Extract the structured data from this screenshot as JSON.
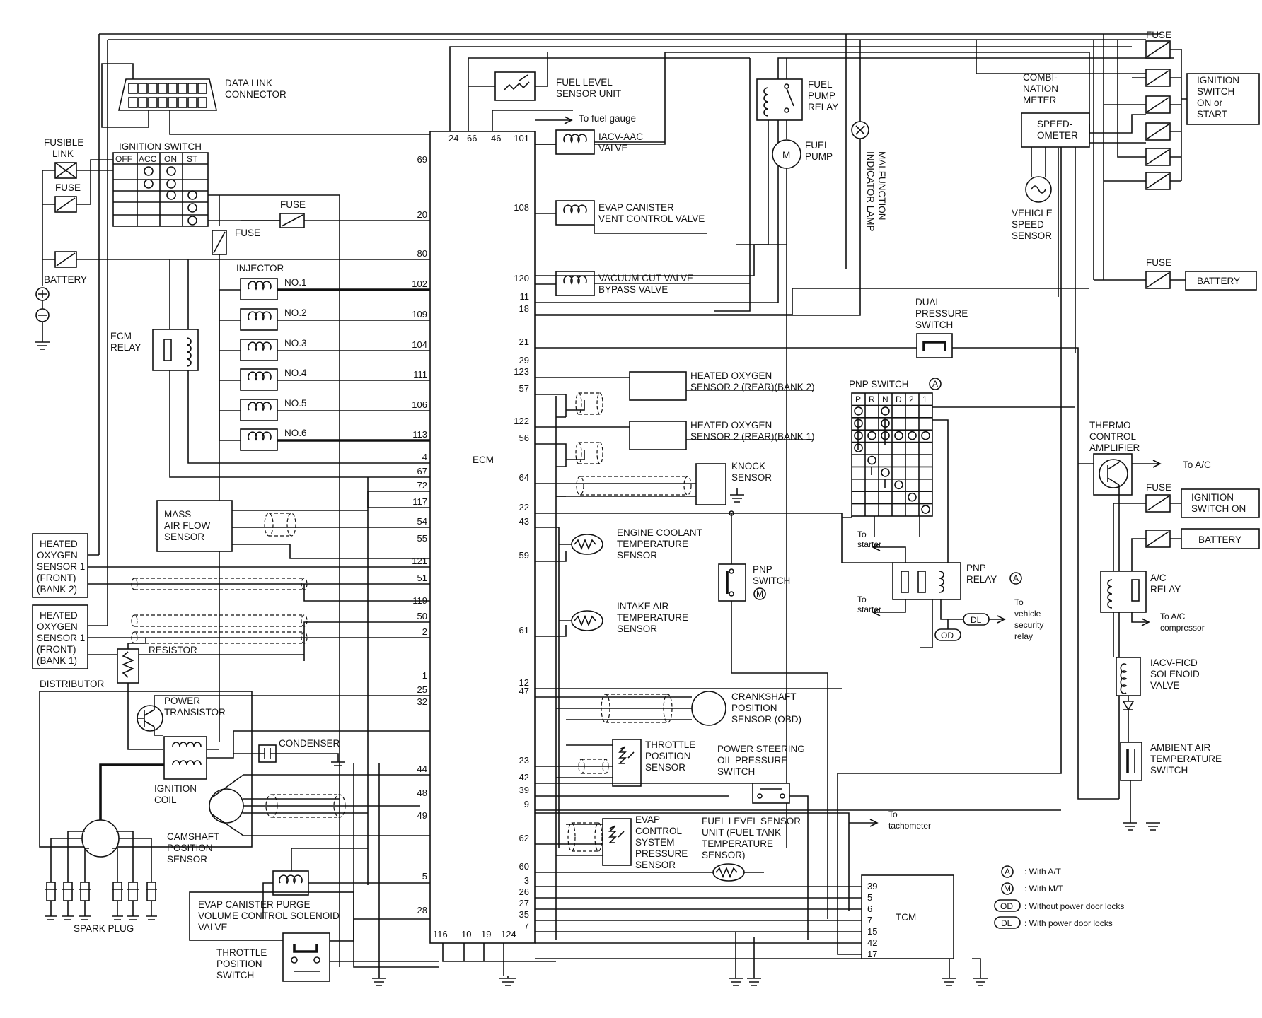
{
  "ecm": {
    "label": "ECM",
    "left_pins": [
      "69",
      "20",
      "80",
      "102",
      "109",
      "104",
      "111",
      "106",
      "113",
      "4",
      "67",
      "72",
      "117",
      "54",
      "55",
      "121",
      "51",
      "119",
      "50",
      "2",
      "1",
      "25",
      "32",
      "44",
      "48",
      "49",
      "5",
      "28"
    ],
    "right_pins": [
      "101",
      "108",
      "120",
      "11",
      "18",
      "21",
      "29",
      "123",
      "57",
      "122",
      "56",
      "64",
      "22",
      "43",
      "59",
      "61",
      "12",
      "47",
      "23",
      "42",
      "39",
      "9",
      "62",
      "60",
      "3",
      "26",
      "27",
      "35",
      "7"
    ],
    "top_pins": [
      "24",
      "66",
      "46"
    ],
    "bottom_pins": [
      "116",
      "10",
      "19",
      "124"
    ]
  },
  "labels": {
    "data_link": [
      "DATA LINK",
      "CONNECTOR"
    ],
    "fusible_link": [
      "FUSIBLE",
      "LINK"
    ],
    "fuse": "FUSE",
    "battery": "BATTERY",
    "ignition_switch": "IGNITION SWITCH",
    "ign_cols": [
      "OFF",
      "ACC",
      "ON",
      "ST"
    ],
    "injector": "INJECTOR",
    "injectors": [
      "NO.1",
      "NO.2",
      "NO.3",
      "NO.4",
      "NO.5",
      "NO.6"
    ],
    "ecm_relay": [
      "ECM",
      "RELAY"
    ],
    "maf": [
      "MASS",
      "AIR FLOW",
      "SENSOR"
    ],
    "ho2s_front_b2": [
      "HEATED",
      "OXYGEN",
      "SENSOR 1",
      "(FRONT)",
      "(BANK 2)"
    ],
    "ho2s_front_b1": [
      "HEATED",
      "OXYGEN",
      "SENSOR 1",
      "(FRONT)",
      "(BANK 1)"
    ],
    "resistor": "RESISTOR",
    "distributor": "DISTRIBUTOR",
    "power_transistor": [
      "POWER",
      "TRANSISTOR"
    ],
    "condenser": "CONDENSER",
    "ignition_coil": [
      "IGNITION",
      "COIL"
    ],
    "camshaft": [
      "CAMSHAFT",
      "POSITION",
      "SENSOR"
    ],
    "spark_plug": "SPARK PLUG",
    "evap_purge": [
      "EVAP CANISTER PURGE",
      "VOLUME CONTROL SOLENOID",
      "VALVE"
    ],
    "throttle_switch": [
      "THROTTLE",
      "POSITION",
      "SWITCH"
    ],
    "fuel_level_unit": [
      "FUEL LEVEL",
      "SENSOR UNIT"
    ],
    "to_fuel_gauge": "To fuel gauge",
    "iacv_aac": [
      "IACV-AAC",
      "VALVE"
    ],
    "evap_vent": [
      "EVAP CANISTER",
      "VENT CONTROL VALVE"
    ],
    "vacuum_cut": [
      "VACUUM CUT VALVE",
      "BYPASS VALVE"
    ],
    "fuel_pump_relay": [
      "FUEL",
      "PUMP",
      "RELAY"
    ],
    "fuel_pump": [
      "FUEL",
      "PUMP"
    ],
    "mil": [
      "MALFUNCTION",
      "INDICATOR LAMP"
    ],
    "combination_meter": [
      "COMBI-",
      "NATION",
      "METER"
    ],
    "speedometer": [
      "SPEED-",
      "OMETER"
    ],
    "vss": [
      "VEHICLE",
      "SPEED",
      "SENSOR"
    ],
    "ign_on_start": [
      "IGNITION",
      "SWITCH",
      "ON or",
      "START"
    ],
    "dual_pressure": [
      "DUAL",
      "PRESSURE",
      "SWITCH"
    ],
    "ho2s_rear_b2": [
      "HEATED OXYGEN",
      "SENSOR 2 (REAR)(BANK 2)"
    ],
    "ho2s_rear_b1": [
      "HEATED OXYGEN",
      "SENSOR 2 (REAR)(BANK 1)"
    ],
    "knock": [
      "KNOCK",
      "SENSOR"
    ],
    "pnp_switch_at": "PNP SWITCH",
    "pnp_cols": [
      "P",
      "R",
      "N",
      "D",
      "2",
      "1"
    ],
    "thermo": [
      "THERMO",
      "CONTROL",
      "AMPLIFIER"
    ],
    "to_ac": "To A/C",
    "ign_on": [
      "IGNITION",
      "SWITCH ON"
    ],
    "ect": [
      "ENGINE COOLANT",
      "TEMPERATURE",
      "SENSOR"
    ],
    "iat": [
      "INTAKE AIR",
      "TEMPERATURE",
      "SENSOR"
    ],
    "pnp_switch_mt": [
      "PNP",
      "SWITCH"
    ],
    "to_starter": [
      "To",
      "starter"
    ],
    "pnp_relay": [
      "PNP",
      "RELAY"
    ],
    "to_vehicle_security": [
      "To",
      "vehicle",
      "security",
      "relay"
    ],
    "ac_relay": [
      "A/C",
      "RELAY"
    ],
    "to_ac_compressor": [
      "To A/C",
      "compressor"
    ],
    "iacv_ficd": [
      "IACV-FICD",
      "SOLENOID",
      "VALVE"
    ],
    "crankshaft": [
      "CRANKSHAFT",
      "POSITION",
      "SENSOR (OBD)"
    ],
    "tps": [
      "THROTTLE",
      "POSITION",
      "SENSOR"
    ],
    "psps": [
      "POWER STEERING",
      "OIL PRESSURE",
      "SWITCH"
    ],
    "ambient_switch": [
      "AMBIENT AIR",
      "TEMPERATURE",
      "SWITCH"
    ],
    "evap_pressure": [
      "EVAP",
      "CONTROL",
      "SYSTEM",
      "PRESSURE",
      "SENSOR"
    ],
    "fuel_tank_temp": [
      "FUEL LEVEL SENSOR",
      "UNIT (FUEL TANK",
      "TEMPERATURE",
      "SENSOR)"
    ],
    "to_tachometer": [
      "To",
      "tachometer"
    ],
    "tcm": "TCM",
    "tcm_pins": [
      "39",
      "5",
      "6",
      "7",
      "15",
      "42",
      "17"
    ]
  },
  "marks": {
    "a": "A",
    "m": "M",
    "od": "OD",
    "dl": "DL"
  },
  "legend": [
    {
      "symbol": "A",
      "text": ": With A/T"
    },
    {
      "symbol": "M",
      "text": ": With M/T"
    },
    {
      "symbol": "OD",
      "text": ": Without power door locks"
    },
    {
      "symbol": "DL",
      "text": ": With power door locks"
    }
  ]
}
